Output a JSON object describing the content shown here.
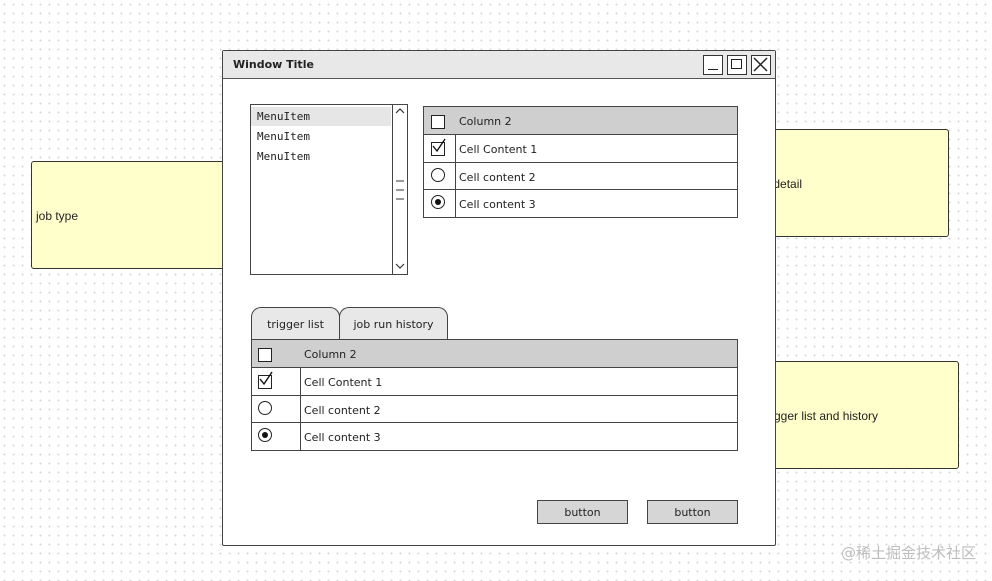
{
  "window": {
    "title": "Window Title"
  },
  "menu": {
    "items": [
      "MenuItem",
      "MenuItem",
      "MenuItem"
    ]
  },
  "detail_table": {
    "header": "Column 2",
    "rows": [
      {
        "control": "checkbox-checked",
        "text": "Cell Content 1"
      },
      {
        "control": "radio-off",
        "text": "Cell content 2"
      },
      {
        "control": "radio-on",
        "text": "Cell content 3"
      }
    ]
  },
  "tabs": [
    "trigger list",
    "job run history"
  ],
  "trigger_table": {
    "header": "Column 2",
    "rows": [
      {
        "control": "checkbox-checked",
        "text": "Cell Content 1"
      },
      {
        "control": "radio-off",
        "text": "Cell content 2"
      },
      {
        "control": "radio-on",
        "text": "Cell content 3"
      }
    ]
  },
  "buttons": [
    "button",
    "button"
  ],
  "notes": {
    "job_type": "job type",
    "job_detail": "job detail",
    "trigger": "trigger list and history"
  },
  "watermark": "@稀土掘金技术社区",
  "colors": {
    "note_fill": "#ffffcc",
    "header_fill": "#cfcfcf",
    "button_fill": "#d6d6d6"
  }
}
